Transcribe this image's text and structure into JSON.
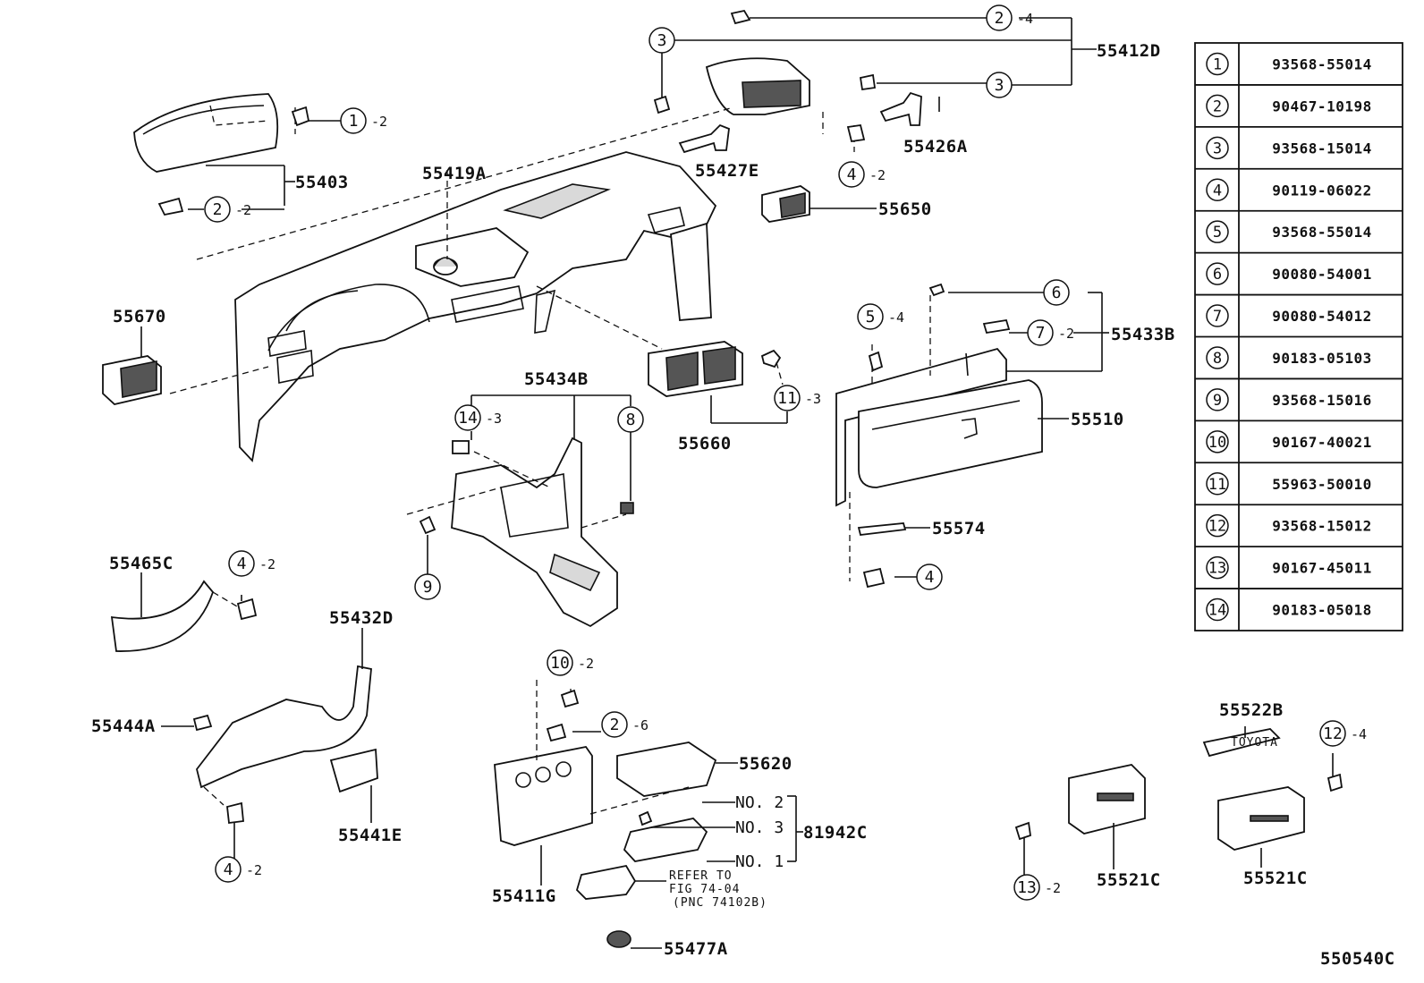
{
  "part_table": [
    {
      "ref": "1",
      "part_no": "93568-55014"
    },
    {
      "ref": "2",
      "part_no": "90467-10198"
    },
    {
      "ref": "3",
      "part_no": "93568-15014"
    },
    {
      "ref": "4",
      "part_no": "90119-06022"
    },
    {
      "ref": "5",
      "part_no": "93568-55014"
    },
    {
      "ref": "6",
      "part_no": "90080-54001"
    },
    {
      "ref": "7",
      "part_no": "90080-54012"
    },
    {
      "ref": "8",
      "part_no": "90183-05103"
    },
    {
      "ref": "9",
      "part_no": "93568-15016"
    },
    {
      "ref": "10",
      "part_no": "90167-40021"
    },
    {
      "ref": "11",
      "part_no": "55963-50010"
    },
    {
      "ref": "12",
      "part_no": "93568-15012"
    },
    {
      "ref": "13",
      "part_no": "90167-45011"
    },
    {
      "ref": "14",
      "part_no": "90183-05018"
    }
  ],
  "part_labels": {
    "p55412D": "55412D",
    "p55403": "55403",
    "p55426A": "55426A",
    "p55427E": "55427E",
    "p55419A": "55419A",
    "p55650": "55650",
    "p55670": "55670",
    "p55433B": "55433B",
    "p55434B": "55434B",
    "p55510": "55510",
    "p55660": "55660",
    "p55574": "55574",
    "p55465C": "55465C",
    "p55432D": "55432D",
    "p55444A": "55444A",
    "p55441E": "55441E",
    "p55620": "55620",
    "p81942C": "81942C",
    "p55411G": "55411G",
    "p55477A": "55477A",
    "p55522B": "55522B",
    "p55521C_a": "55521C",
    "p55521C_b": "55521C"
  },
  "callouts": {
    "c1": {
      "ref": "1",
      "qty": "-2"
    },
    "c2_top": {
      "ref": "2",
      "qty": "-4"
    },
    "c3_left": {
      "ref": "3",
      "qty": ""
    },
    "c3_right": {
      "ref": "3",
      "qty": ""
    },
    "c2_gauge": {
      "ref": "2",
      "qty": "-2"
    },
    "c4_top": {
      "ref": "4",
      "qty": "-2"
    },
    "c6": {
      "ref": "6",
      "qty": ""
    },
    "c5": {
      "ref": "5",
      "qty": "-4"
    },
    "c7": {
      "ref": "7",
      "qty": "-2"
    },
    "c11": {
      "ref": "11",
      "qty": "-3"
    },
    "c14": {
      "ref": "14",
      "qty": "-3"
    },
    "c8": {
      "ref": "8",
      "qty": ""
    },
    "c9": {
      "ref": "9",
      "qty": ""
    },
    "c4_mid": {
      "ref": "4",
      "qty": "-2"
    },
    "c4_glove": {
      "ref": "4",
      "qty": ""
    },
    "c10": {
      "ref": "10",
      "qty": "-2"
    },
    "c2_center": {
      "ref": "2",
      "qty": "-6"
    },
    "c4_bottom": {
      "ref": "4",
      "qty": "-2"
    },
    "c12": {
      "ref": "12",
      "qty": "-4"
    },
    "c13": {
      "ref": "13",
      "qty": "-2"
    }
  },
  "switch_labels": {
    "no2": "NO. 2",
    "no3": "NO. 3",
    "no1": "NO. 1"
  },
  "refer_note": {
    "line1": "REFER TO",
    "line2": "FIG 74-04",
    "line3": "(PNC 74102B)"
  },
  "radio_badge": "TOYOTA",
  "figure_code": "550540C"
}
